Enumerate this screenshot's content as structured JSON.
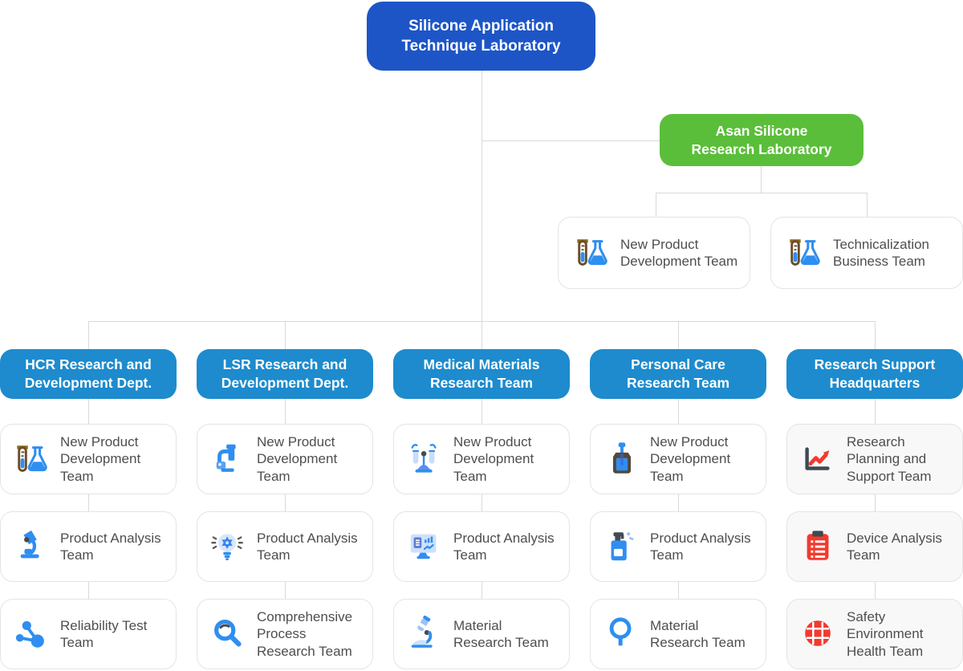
{
  "colors": {
    "root_blue": "#1d55c7",
    "dept_blue": "#1d8bcd",
    "green": "#5abe3a",
    "connector_gray": "#d9d9d9",
    "card_border": "#e4e4e4",
    "card_text": "#4e4e4e",
    "icon_blue": "#2f8ef0",
    "icon_red": "#f23a2e"
  },
  "root": {
    "label": "Silicone Application\nTechnique Laboratory"
  },
  "asan": {
    "label": "Asan Silicone\nResearch Laboratory",
    "children": [
      {
        "label": "New Product Development Team",
        "icon": "tube-flask-icon"
      },
      {
        "label": "Technicalization Business Team",
        "icon": "tube-flask-icon"
      }
    ]
  },
  "departments": [
    {
      "label": "HCR Research and\nDevelopment Dept.",
      "teams": [
        {
          "label": "New Product Development Team",
          "icon": "tube-flask-icon"
        },
        {
          "label": "Product Analysis Team",
          "icon": "microscope-icon"
        },
        {
          "label": "Reliability Test Team",
          "icon": "molecule-icon"
        }
      ]
    },
    {
      "label": "LSR Research and\nDevelopment Dept.",
      "teams": [
        {
          "label": "New Product Development Team",
          "icon": "microscope-device-icon"
        },
        {
          "label": "Product Analysis Team",
          "icon": "bulb-gear-icon"
        },
        {
          "label": "Comprehensive Process Research Team",
          "icon": "magnifier-icon"
        }
      ]
    },
    {
      "label": "Medical Materials\nResearch Team",
      "teams": [
        {
          "label": "New Product Development Team",
          "icon": "tube-rack-icon"
        },
        {
          "label": "Product Analysis Team",
          "icon": "monitor-analysis-icon"
        },
        {
          "label": "Material Research Team",
          "icon": "tilted-microscope-icon"
        }
      ]
    },
    {
      "label": "Personal Care\nResearch Team",
      "teams": [
        {
          "label": "New Product Development Team",
          "icon": "dropper-bottle-icon"
        },
        {
          "label": "Product Analysis Team",
          "icon": "pump-bottle-icon"
        },
        {
          "label": "Material Research Team",
          "icon": "magnifier-outline-icon"
        }
      ]
    },
    {
      "label": "Research Support\nHeadquarters",
      "teams": [
        {
          "label": "Research Planning and Support Team",
          "icon": "trend-chart-icon"
        },
        {
          "label": "Device Analysis Team",
          "icon": "clipboard-icon"
        },
        {
          "label": "Safety Environment Health Team",
          "icon": "globe-icon"
        }
      ]
    }
  ]
}
